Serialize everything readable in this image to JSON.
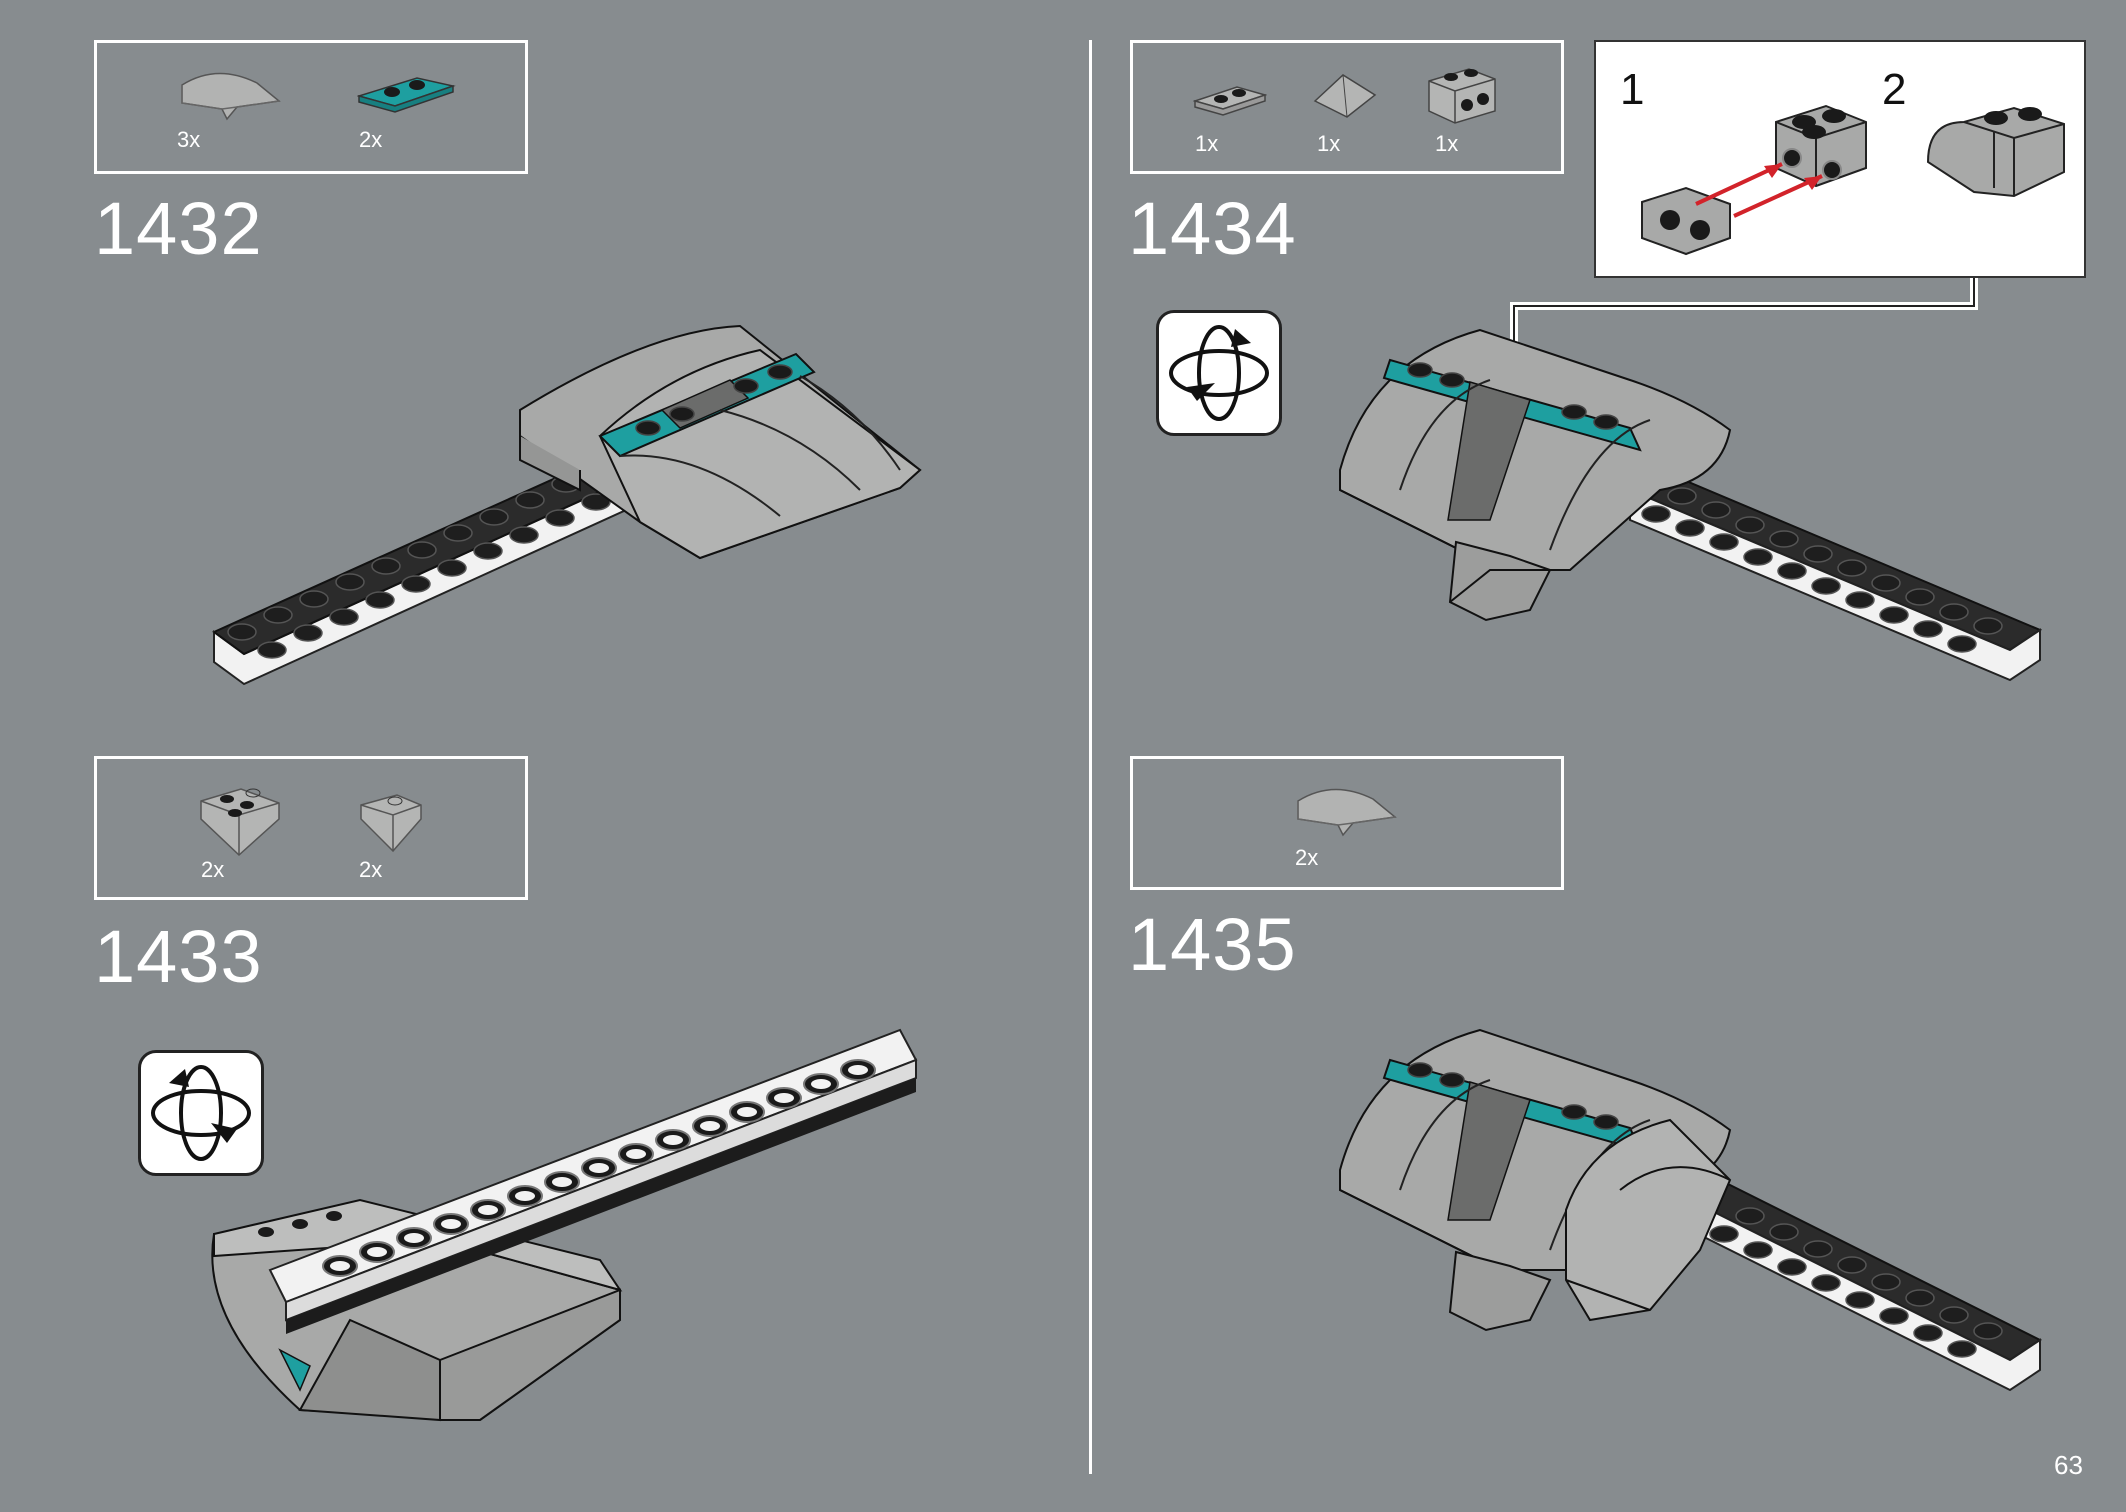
{
  "page_number": "63",
  "steps": [
    {
      "number": "1432",
      "parts": [
        {
          "icon": "curved-slope-grey-icon",
          "qty": "3x"
        },
        {
          "icon": "plate-1x2-teal-icon",
          "qty": "2x"
        }
      ]
    },
    {
      "number": "1433",
      "parts": [
        {
          "icon": "inverted-slope-2x2-grey-icon",
          "qty": "2x"
        },
        {
          "icon": "inverted-slope-1x2-grey-icon",
          "qty": "2x"
        }
      ]
    },
    {
      "number": "1434",
      "parts": [
        {
          "icon": "plate-1x2-grey-icon",
          "qty": "1x"
        },
        {
          "icon": "slope-1x2-grey-icon",
          "qty": "1x"
        },
        {
          "icon": "brick-studs-side-grey-icon",
          "qty": "1x"
        }
      ],
      "subassembly": {
        "steps": [
          "1",
          "2"
        ]
      }
    },
    {
      "number": "1435",
      "parts": [
        {
          "icon": "curved-slope-grey-icon",
          "qty": "2x"
        }
      ]
    }
  ],
  "colors": {
    "background": "#878c8f",
    "teal": "#1e9fa0",
    "light_grey": "#a8a9a8",
    "dark": "#2b2b2b",
    "arrow_red": "#d2232a"
  }
}
